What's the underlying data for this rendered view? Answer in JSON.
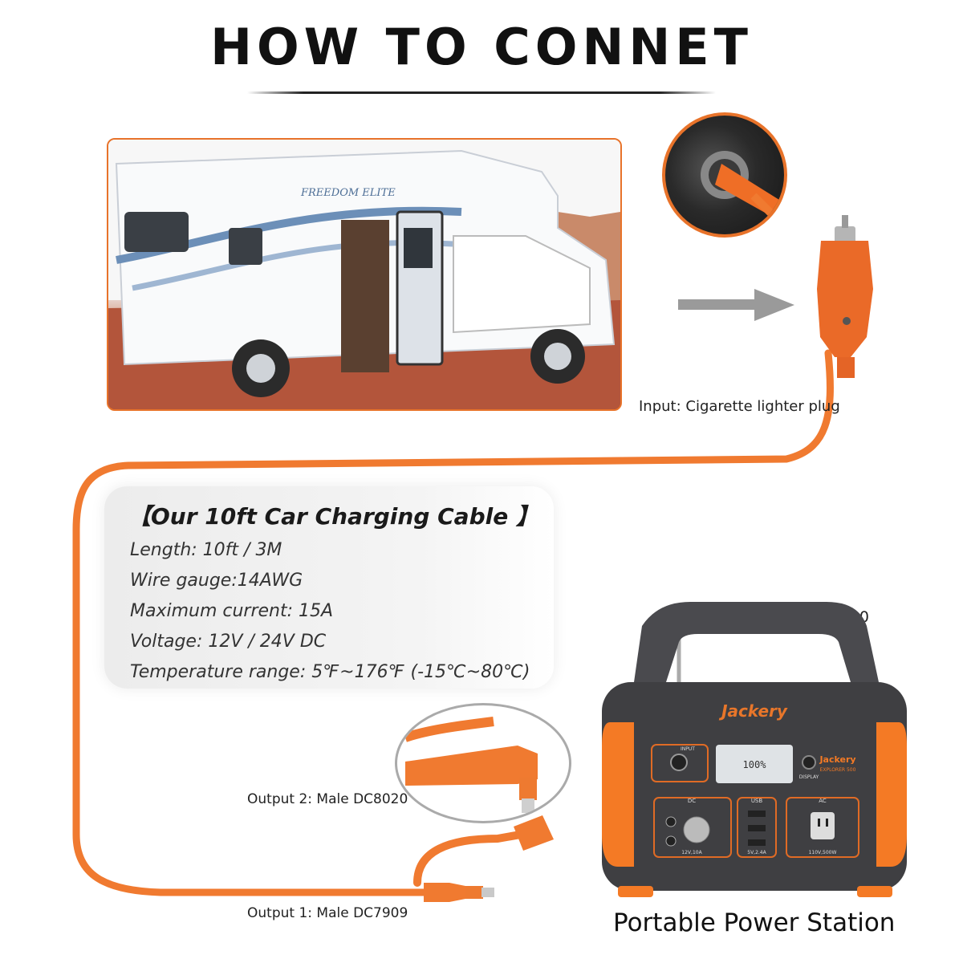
{
  "title": "HOW TO CONNET",
  "rv_image": {
    "brand_text": "FREEDOM ELITE"
  },
  "input_label": "Input: Cigarette lighter plug",
  "spec": {
    "heading": "【Our 10ft Car Charging Cable 】",
    "lines": [
      "Length: 10ft / 3M",
      "Wire gauge:14AWG",
      "Maximum current: 15A",
      "Voltage: 12V / 24V DC",
      "Temperature range: 5℉~176℉  (-15℃~80℃)"
    ]
  },
  "dc_label": "DC7909/DC8020",
  "output2_label": "Output 2: Male DC8020",
  "output1_label": "Output 1: Male DC7909",
  "station": {
    "caption": "Portable Power Station",
    "brand": "Jackery",
    "model": "EXPLORER 500",
    "display_value": "100%",
    "panel_labels": {
      "input": "INPUT",
      "display": "DISPLAY",
      "dc": "DC",
      "usb": "USB",
      "ac": "AC"
    },
    "spec_dc": "12V,10A",
    "spec_usb": "5V,2.4A",
    "spec_ac": "110V,500W"
  },
  "colors": {
    "cable": "#f07a30",
    "frame": "#e8732a",
    "station_body": "#3f3f42",
    "station_accent": "#f47a25"
  }
}
